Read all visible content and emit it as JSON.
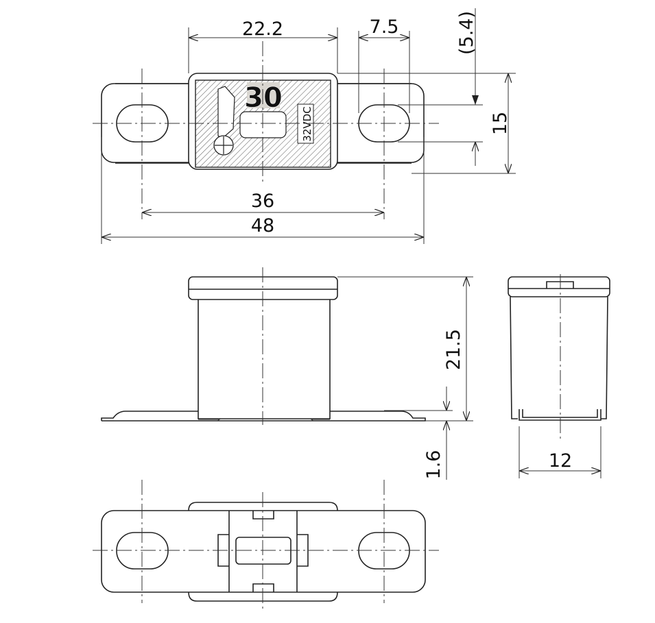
{
  "drawing": {
    "fuse_markings": {
      "rating": "30",
      "voltage": "32VDC"
    },
    "top_view_dimensions": {
      "body_width": "22.2",
      "slot_width": "7.5",
      "slot_offset": "(5.4)",
      "plate_height": "15",
      "hole_pitch": "36",
      "overall_length": "48"
    },
    "side_view_dimensions": {
      "overall_height": "21.5",
      "plate_thickness": "1.6"
    },
    "end_view_dimensions": {
      "terminal_width": "12"
    },
    "colors": {
      "line": "#222222",
      "background": "#ffffff"
    }
  }
}
